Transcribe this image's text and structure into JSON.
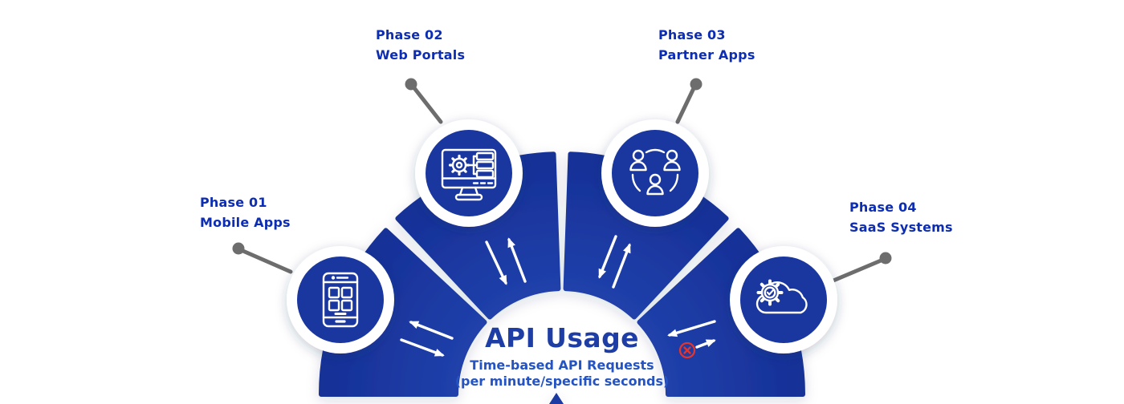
{
  "diagram": {
    "title": "API Usage",
    "subtitle_line1": "Time-based API Requests",
    "subtitle_line2": "(per minute/specific seconds)"
  },
  "segments": [
    {
      "phase": "Phase 01",
      "label": "Mobile Apps",
      "icon": "smartphone-icon"
    },
    {
      "phase": "Phase 02",
      "label": "Web Portals",
      "icon": "monitor-settings-icon"
    },
    {
      "phase": "Phase 03",
      "label": "Partner Apps",
      "icon": "team-network-icon"
    },
    {
      "phase": "Phase 04",
      "label": "SaaS Systems",
      "icon": "cloud-settings-icon"
    }
  ],
  "markers": {
    "blocked_request": "circled-x"
  },
  "colors": {
    "wedge_blue": "#1C3AA2",
    "node_blue": "#1A37A0",
    "label_text": "#0D2DB2",
    "title_text": "#1E3EA5",
    "subtitle_text": "#2453C4",
    "connector_gray": "#6D6D6D",
    "blocked_red": "#E5342B",
    "arrow_white": "#FFFFFF"
  }
}
